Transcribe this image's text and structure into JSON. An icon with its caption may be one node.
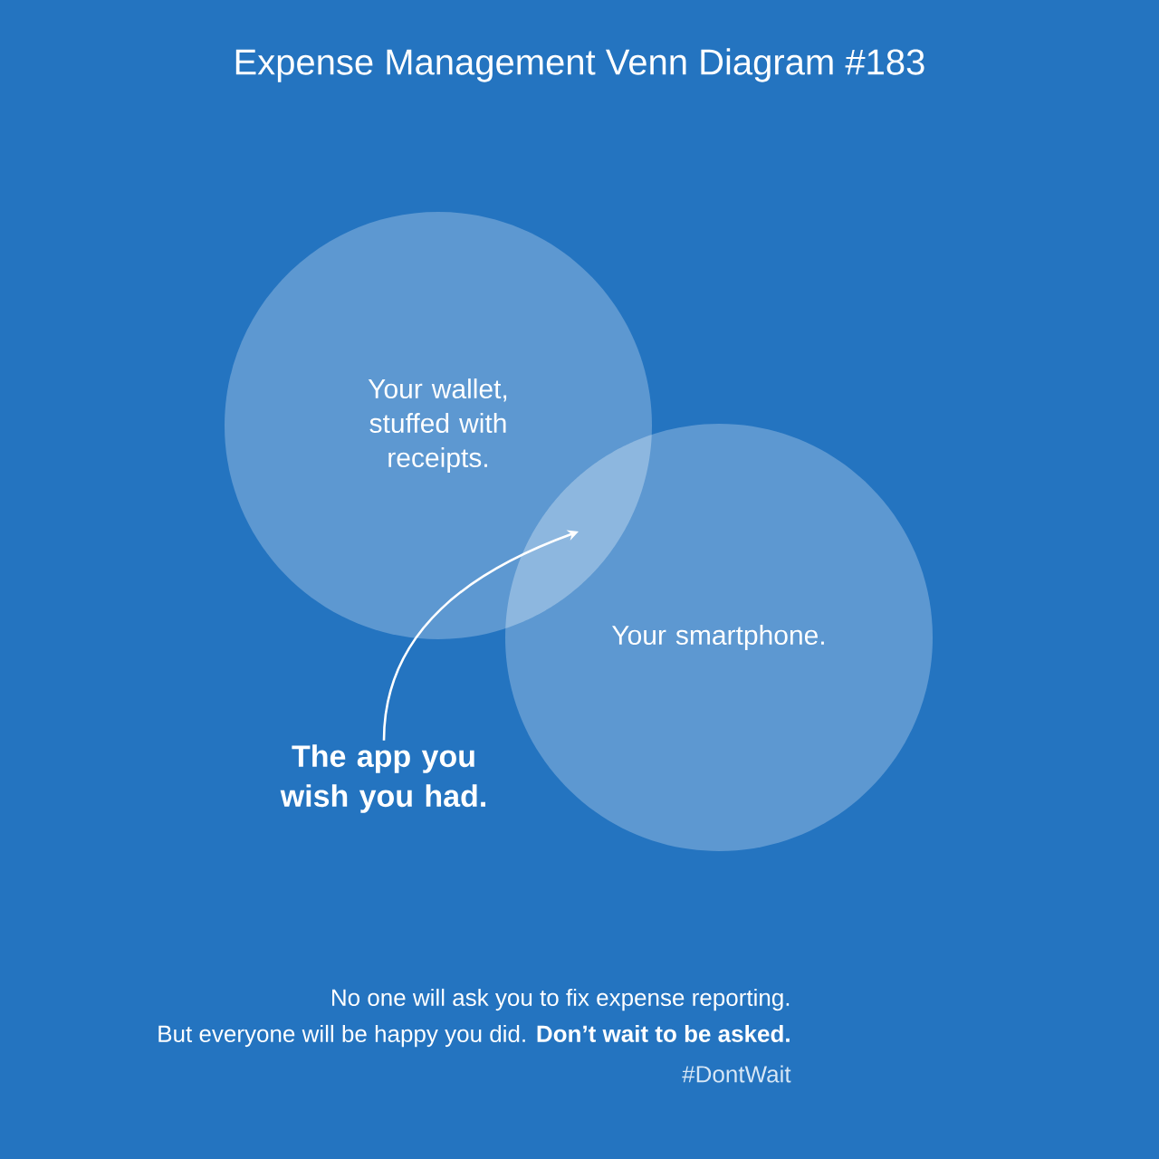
{
  "diagram": {
    "title": "Expense Management Venn Diagram #183",
    "nodes": [
      {
        "text": [
          "Your wallet, stuffed with receipts."
        ]
      },
      {
        "text": [
          "Your smartphone."
        ]
      },
      {
        "text": [
          "The app you wish you had."
        ]
      },
      {
        "text": [],
        "shape": "lens"
      }
    ],
    "edges": [
      {
        "from": 2,
        "to": 3,
        "arrow": "to"
      }
    ],
    "labels": [
      "No one will ask you to fix expense reporting.",
      "But everyone will be happy you did. **Don’t wait to be asked.**",
      "#DontWait"
    ]
  }
}
